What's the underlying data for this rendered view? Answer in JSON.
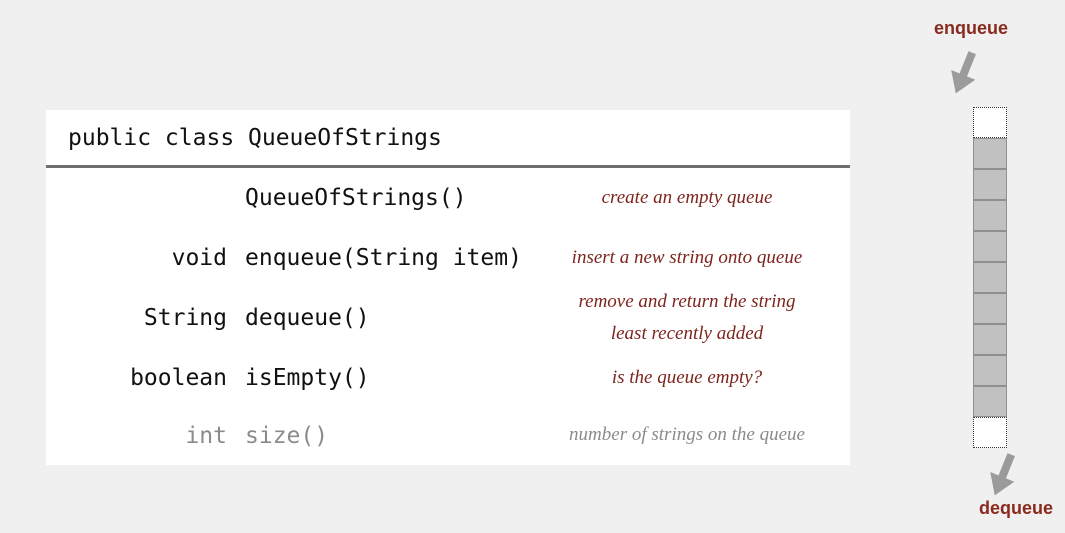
{
  "slide": {
    "api_table": {
      "header": "public class QueueOfStrings",
      "rows": [
        {
          "type": "",
          "method": "QueueOfStrings()",
          "desc": "create an empty queue"
        },
        {
          "type": "void",
          "method": "enqueue(String item)",
          "desc": "insert a new string onto queue"
        },
        {
          "type": "String",
          "method": "dequeue()",
          "desc": "remove and return the string\nleast recently added"
        },
        {
          "type": "boolean",
          "method": "isEmpty()",
          "desc": "is the queue empty?"
        },
        {
          "type": "int",
          "method": "size()",
          "desc": "number of strings on the queue"
        }
      ]
    },
    "diagram": {
      "enqueue_label": "enqueue",
      "dequeue_label": "dequeue",
      "empty_top_cells": 1,
      "filled_cells": 9,
      "empty_bottom_cells": 1
    },
    "colors": {
      "background": "#f0f0f0",
      "panel": "#ffffff",
      "code_text": "#111111",
      "muted_text": "#8b8b8b",
      "description_maroon": "#7d241d",
      "label_maroon": "#8a2a1f",
      "cell_fill": "#c1c1c1",
      "cell_border": "#8f8f8f",
      "arrow_gray": "#9b9b9b",
      "divider_gray": "#6e6e6e"
    }
  }
}
